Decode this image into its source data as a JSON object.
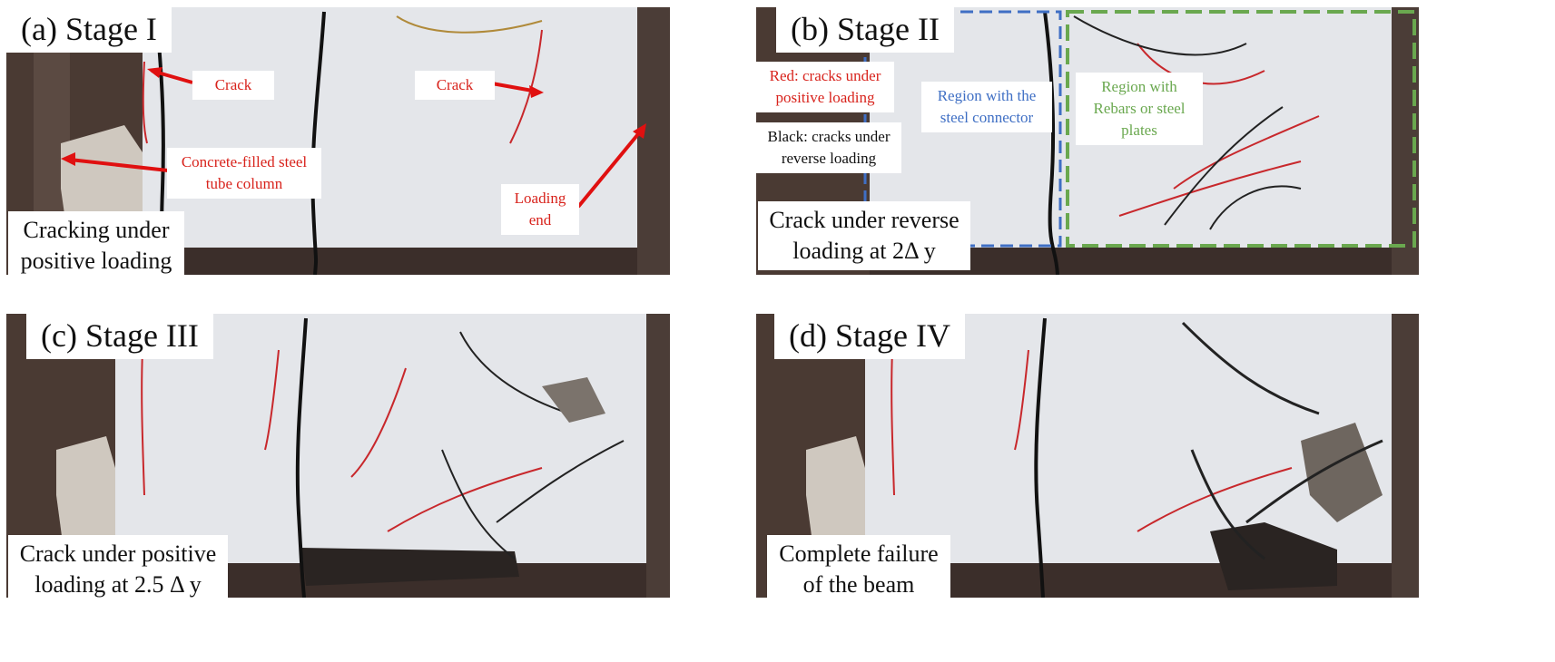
{
  "figure": {
    "panel_a": {
      "title": "(a) Stage I",
      "caption": "Cracking under positive loading",
      "crack_label_1": "Crack",
      "crack_label_2": "Crack",
      "column_label": "Concrete-filled steel tube column",
      "loading_label": "Loading end"
    },
    "panel_b": {
      "title": "(b) Stage II",
      "caption": "Crack under reverse loading at 2Δ y",
      "legend_red": "Red: cracks under positive loading",
      "legend_black": "Black: cracks under reverse loading",
      "region_blue": "Region with the steel connector",
      "region_green": "Region with Rebars or steel plates"
    },
    "panel_c": {
      "title": "(c) Stage III",
      "caption": "Crack under positive loading at 2.5 Δ y"
    },
    "panel_d": {
      "title": "(d) Stage IV",
      "caption": "Complete failure of the beam"
    }
  },
  "colors": {
    "red_annotation": "#d8231c",
    "blue_region": "#3f6fc4",
    "green_region": "#6aa84f",
    "concrete": "#e4e6ea",
    "steel_dark": "#3a2e2a"
  }
}
